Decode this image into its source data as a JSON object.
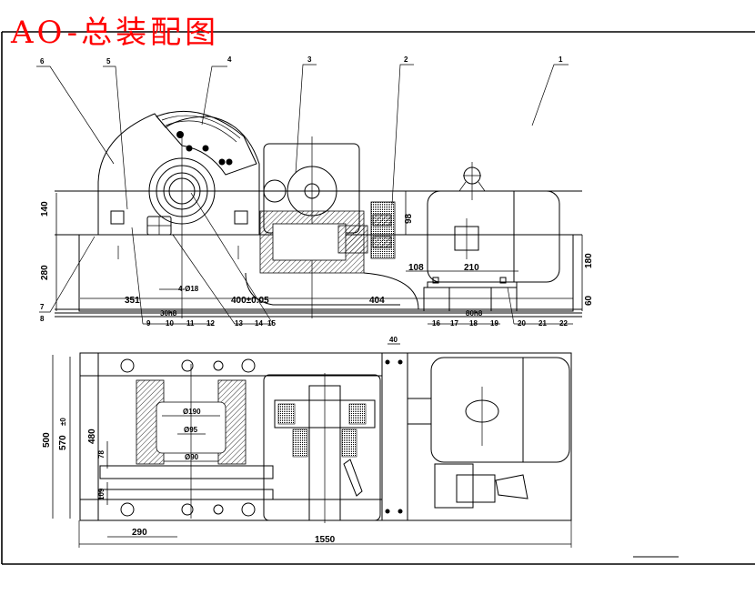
{
  "title": "AO-总装配图",
  "colors": {
    "title": "#ff0000",
    "lines": "#000000",
    "background": "#ffffff"
  },
  "front_view": {
    "balloons_top": [
      "6",
      "5",
      "4",
      "3",
      "2",
      "1"
    ],
    "balloons_left": [
      "7",
      "8"
    ],
    "balloons_bottom_left": [
      "9",
      "10",
      "11",
      "12"
    ],
    "balloons_bottom_mid": [
      "13",
      "14",
      "15"
    ],
    "balloons_bottom_right_a": [
      "16",
      "17",
      "18",
      "19"
    ],
    "balloons_bottom_right_b": [
      "20",
      "21",
      "22"
    ],
    "dimensions": {
      "height_upper": "140",
      "height_lower": "280",
      "length_left": "351",
      "bolt_spec": "4-Ø18",
      "length_mid": "400±0.05",
      "length_right": "404",
      "motor_offset": "108",
      "motor_bolt_span": "210",
      "motor_height": "180",
      "base_height": "60",
      "coupling_height": "98",
      "center_left": "30h8",
      "center_right": "80h8"
    }
  },
  "top_view": {
    "dimensions": {
      "overall_width": "500",
      "inner_width": "570",
      "inner_width_tol": "±0",
      "drum_width": "480",
      "shaft_offset": "78",
      "bolt_offset": "109",
      "drum_od": "Ø190",
      "drum_mid": "Ø95",
      "drum_id": "Ø90",
      "left_length": "290",
      "overall_length": "1550",
      "flange_gap": "40"
    }
  }
}
